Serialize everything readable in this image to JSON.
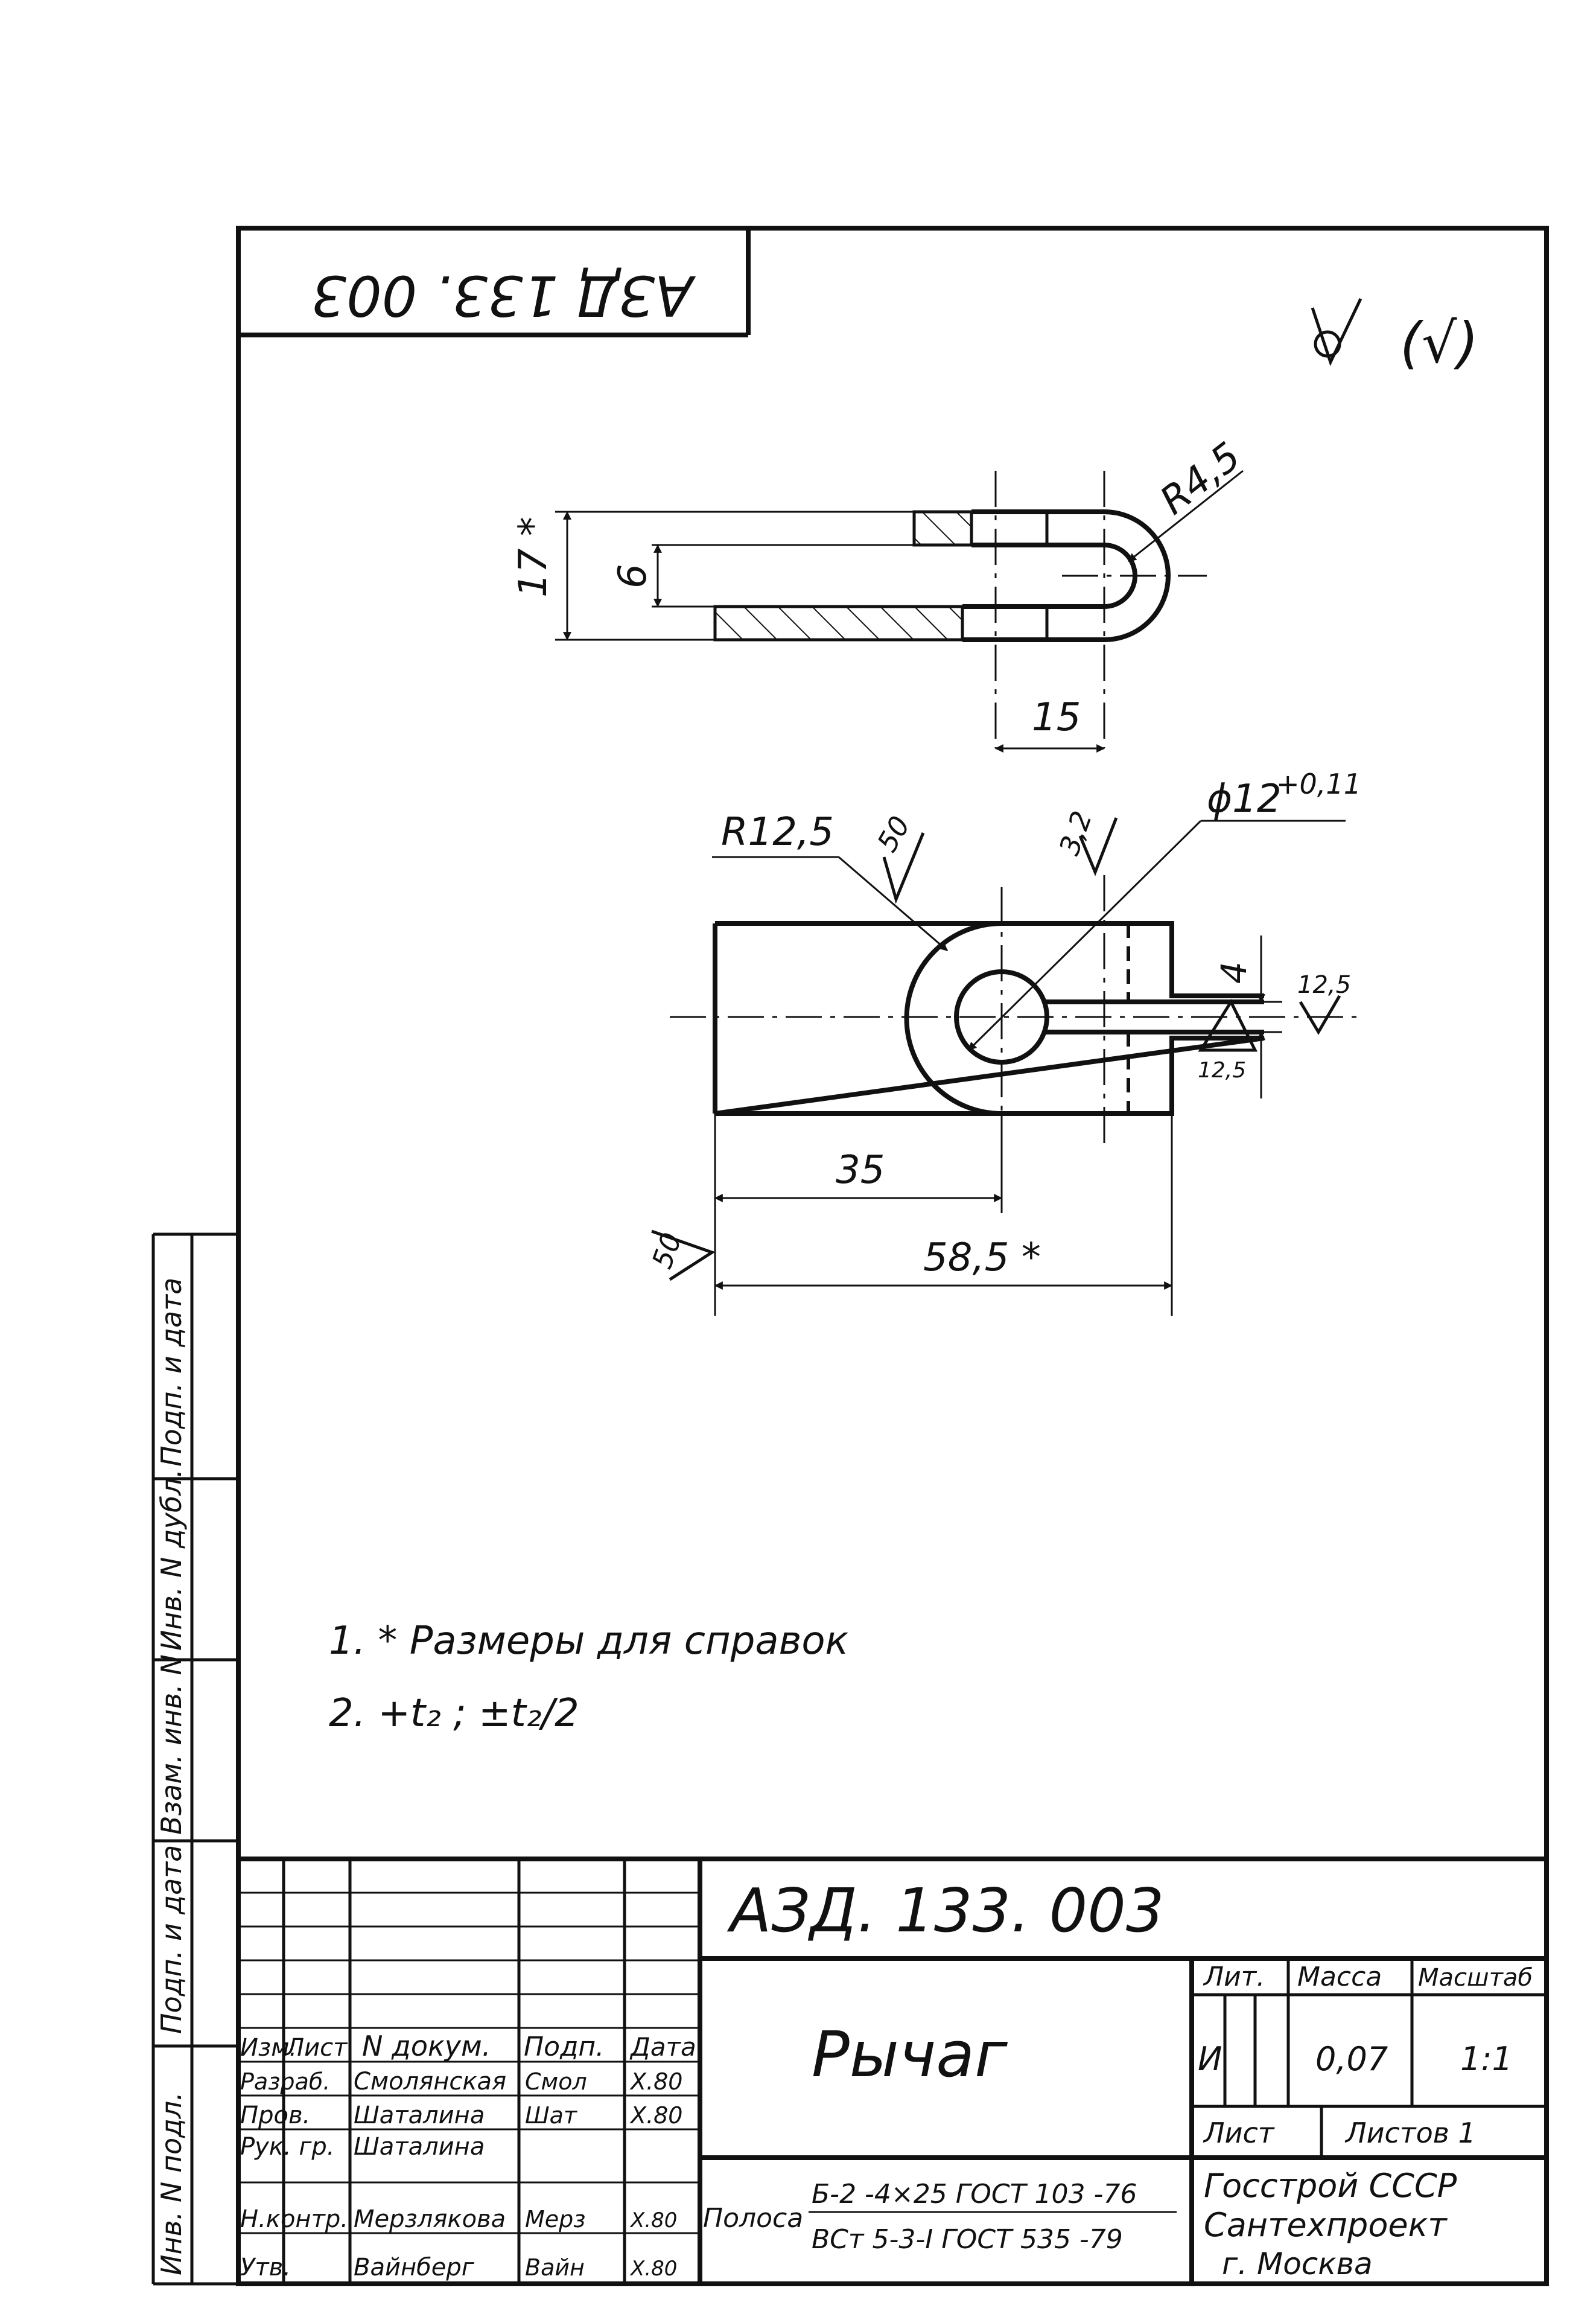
{
  "drawing": {
    "code_top": "АЗД 133. 003",
    "code_main": "АЗД. 133. 003",
    "roughness_symbol": "(√)",
    "part_name": "Рычаг"
  },
  "top_view": {
    "dim_17": "17 *",
    "dim_6": "6",
    "dim_15": "15",
    "dim_r45": "R4,5"
  },
  "front_view": {
    "dim_r125": "R12,5",
    "rough_50_a": "50",
    "rough_32": "3,2",
    "dim_phi": "ϕ12",
    "dim_phi_tol": "+0,11",
    "dim_4": "4",
    "rough_125_a": "12,5",
    "rough_125_b": "12,5",
    "dim_35": "35",
    "dim_585": "58,5 *",
    "rough_50_b": "50"
  },
  "notes": {
    "note1": "1. * Размеры для справок",
    "note2": "2. +t₂ ; ±t₂/2"
  },
  "side_strip": {
    "s1": "Подп. и дата",
    "s2": "Инв. N дубл.",
    "s3": "Взам. инв. N",
    "s4": "Подп. и дата",
    "s5": "Инв. N подл."
  },
  "title_block": {
    "headers": {
      "izm": "Изм.",
      "list": "Лист",
      "ndoc": "N докум.",
      "podp": "Подп.",
      "date": "Дата"
    },
    "rows": [
      {
        "role": "Разраб.",
        "name": "Смолянская",
        "sig": "Смол",
        "date": "X.80"
      },
      {
        "role": "Пров.",
        "name": "Шаталина",
        "sig": "Шат",
        "date": "X.80"
      },
      {
        "role": "Рук. гр.",
        "name": "Шаталина",
        "sig": "",
        "date": ""
      },
      {
        "role": "Н.контр.",
        "name": "Мерзлякова",
        "sig": "Мерз",
        "date": "X.80"
      },
      {
        "role": "Утв.",
        "name": "Вайнберг",
        "sig": "Вайн",
        "date": "X.80"
      }
    ],
    "lit_label": "Лит.",
    "mass_label": "Масса",
    "scale_label": "Масштаб",
    "lit_value": "И",
    "mass_value": "0,07",
    "scale_value": "1:1",
    "sheet_label": "Лист",
    "sheets_label": "Листов 1",
    "material_label": "Полоса",
    "material_line1": "Б-2 -4×25 ГОСТ 103 -76",
    "material_line2": "ВСт 5-3-I ГОСТ 535 -79",
    "org1": "Госстрой СССР",
    "org2": "Сантехпроект",
    "org3": "г. Москва"
  }
}
